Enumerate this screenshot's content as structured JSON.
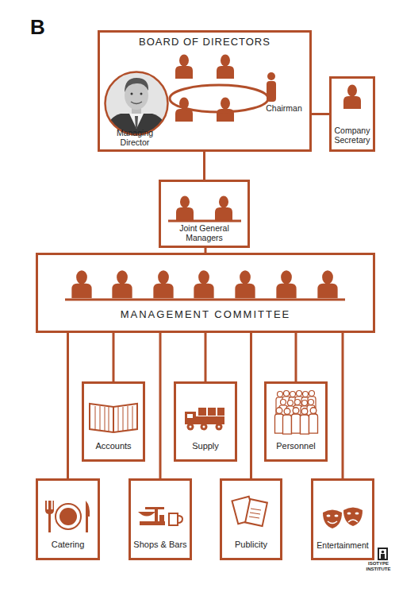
{
  "diagram": {
    "nodes": [
      {
        "text": [
          "BOARD OF DIRECTORS"
        ]
      },
      {
        "text": [
          "Company Secretary"
        ]
      },
      {
        "text": [
          "Joint General Managers"
        ]
      },
      {
        "text": [
          "MANAGEMENT COMMITTEE"
        ]
      },
      {
        "text": [
          "Accounts"
        ]
      },
      {
        "text": [
          "Supply"
        ]
      },
      {
        "text": [
          "Personnel"
        ]
      },
      {
        "text": [
          "Catering"
        ]
      },
      {
        "text": [
          "Shops & Bars"
        ]
      },
      {
        "text": [
          "Publicity"
        ]
      },
      {
        "text": [
          "Entertainment"
        ]
      }
    ],
    "edges": [
      {
        "from": 0,
        "to": 1,
        "arrow": "none"
      },
      {
        "from": 0,
        "to": 2,
        "arrow": "none"
      },
      {
        "from": 2,
        "to": 3,
        "arrow": "none"
      },
      {
        "from": 3,
        "to": 4,
        "arrow": "none"
      },
      {
        "from": 3,
        "to": 5,
        "arrow": "none"
      },
      {
        "from": 3,
        "to": 6,
        "arrow": "none"
      },
      {
        "from": 3,
        "to": 7,
        "arrow": "none"
      },
      {
        "from": 3,
        "to": 8,
        "arrow": "none"
      },
      {
        "from": 3,
        "to": 9,
        "arrow": "none"
      },
      {
        "from": 3,
        "to": 10,
        "arrow": "none"
      }
    ],
    "labels": [
      "B",
      "Managing Director",
      "Chairman",
      "ISOTYPE INSTITUTE"
    ]
  }
}
